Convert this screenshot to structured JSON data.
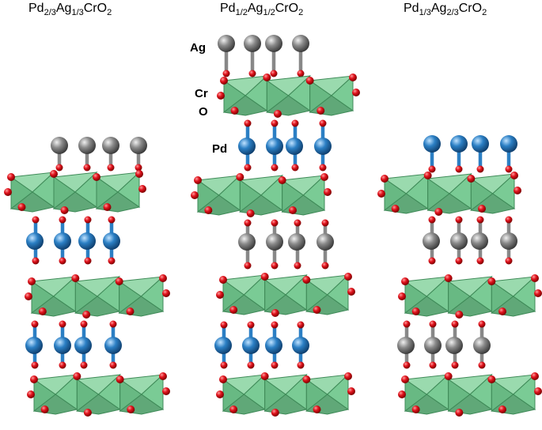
{
  "titles": [
    {
      "base": "Pd",
      "s1": "2/3",
      "mid": "Ag",
      "s2": "1/3",
      "tail": "CrO",
      "s3": "2"
    },
    {
      "base": "Pd",
      "s1": "1/2",
      "mid": "Ag",
      "s2": "1/2",
      "tail": "CrO",
      "s3": "2"
    },
    {
      "base": "Pd",
      "s1": "1/3",
      "mid": "Ag",
      "s2": "2/3",
      "tail": "CrO",
      "s3": "2"
    }
  ],
  "labels": {
    "ag": "Ag",
    "cr": "Cr",
    "o": "O",
    "pd": "Pd"
  },
  "colors": {
    "octahedron_fill": "#6cc58a",
    "octahedron_edge": "#3f8a58",
    "oxygen": "#e0121c",
    "silver": "#8a8a8a",
    "palladium": "#2b7fc4",
    "bond": "#7a7a7a"
  },
  "structures": [
    {
      "top_cap": "Ag",
      "layers": [
        "CrO2",
        "Pd",
        "CrO2",
        "Pd",
        "CrO2"
      ]
    },
    {
      "top_cap": "Ag",
      "layers": [
        "CrO2",
        "Pd",
        "CrO2",
        "Ag",
        "CrO2",
        "Pd",
        "CrO2"
      ]
    },
    {
      "top_cap": "Pd",
      "layers": [
        "CrO2",
        "Ag",
        "CrO2",
        "Ag",
        "CrO2"
      ]
    }
  ]
}
